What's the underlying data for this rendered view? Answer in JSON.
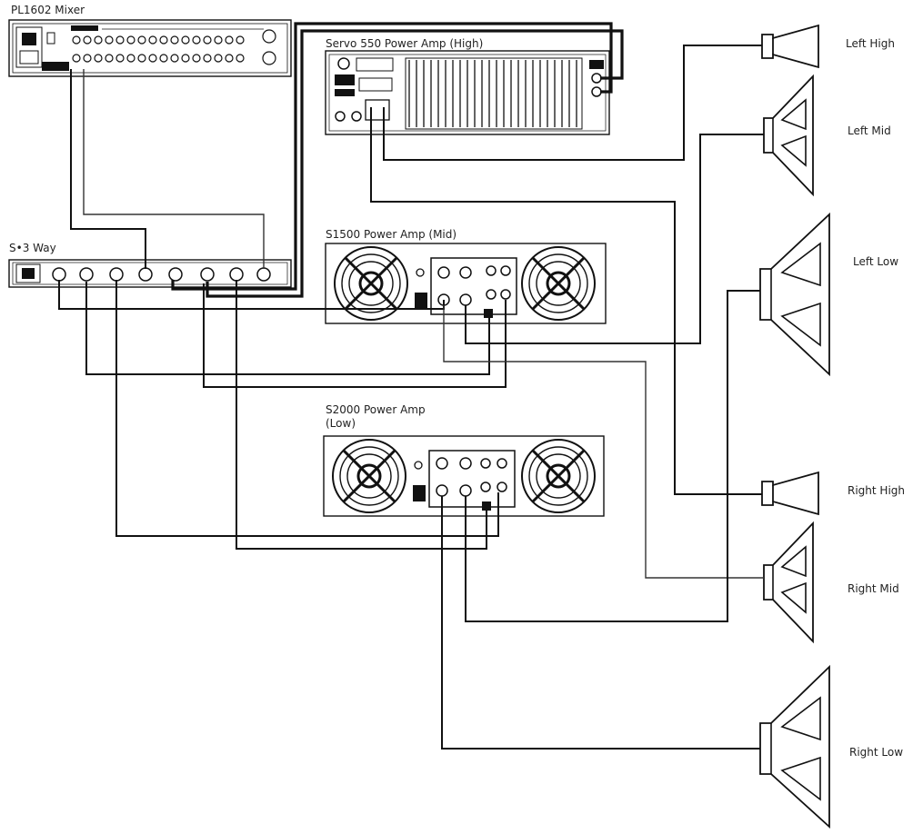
{
  "devices": {
    "mixer": {
      "label": "PL1602 Mixer"
    },
    "crossover": {
      "label": "S•3 Way"
    },
    "amp_high": {
      "label": "Servo 550 Power Amp (High)"
    },
    "amp_mid": {
      "label": "S1500 Power Amp (Mid)"
    },
    "amp_low": {
      "label_line1": "S2000 Power Amp",
      "label_line2": "(Low)"
    }
  },
  "speakers": [
    {
      "label": "Left High",
      "type": "horn"
    },
    {
      "label": "Left Mid",
      "type": "cone"
    },
    {
      "label": "Left Low",
      "type": "cone"
    },
    {
      "label": "Right High",
      "type": "horn"
    },
    {
      "label": "Right Mid",
      "type": "cone"
    },
    {
      "label": "Right Low",
      "type": "cone"
    }
  ]
}
